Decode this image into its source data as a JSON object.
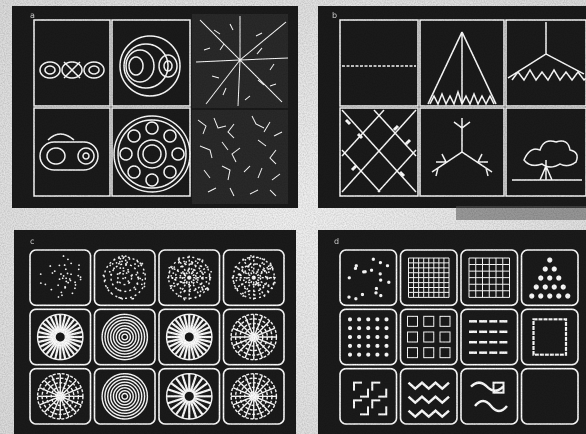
{
  "page": {
    "background": "#e9e9e9",
    "ink": "#ffffff",
    "plate_fill": "#1b1b1b"
  },
  "panels": [
    {
      "id": "panel-a",
      "label": "a",
      "grid": "3x2",
      "motifs": [
        "chain-rings",
        "nested-rings",
        "radial-burst",
        "keyhole-rings",
        "mandala",
        "scatter-cracks"
      ]
    },
    {
      "id": "panel-b",
      "label": "b",
      "grid": "3x2",
      "motifs": [
        "horizontal-line",
        "triangle-tree",
        "branching-fan",
        "diamond-lattice",
        "hex-tree",
        "tree"
      ]
    },
    {
      "id": "panel-c",
      "label": "c",
      "grid": "4x3",
      "motifs": [
        "dot-cloud",
        "spiral-dots",
        "radial-dots",
        "starburst",
        "spoke-disc",
        "concentric-rings",
        "spoke-disc",
        "ring-web",
        "ring-web",
        "concentric-rings",
        "radial-spokes",
        "ring-web"
      ]
    },
    {
      "id": "panel-d",
      "label": "d",
      "grid": "4x3",
      "motifs": [
        "sparse-dots",
        "square-grid",
        "hash-grid",
        "triangle-dots",
        "dot-matrix",
        "cross-grid",
        "dash-rows",
        "square-frame",
        "corner-brackets",
        "zigzag",
        "loop-chain",
        "blank"
      ]
    }
  ]
}
